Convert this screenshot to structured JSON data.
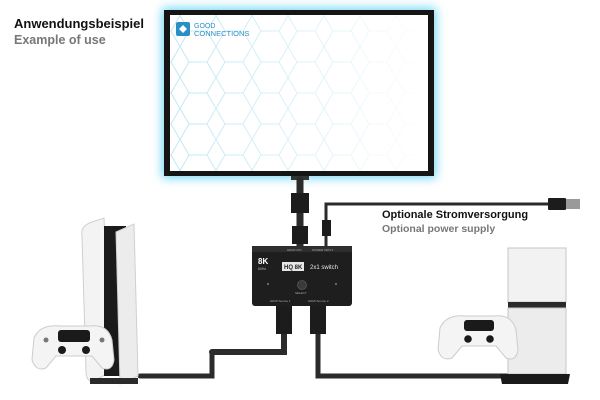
{
  "caption": {
    "title_de": "Anwendungsbeispiel",
    "title_en": "Example of use"
  },
  "power_supply": {
    "label_de": "Optionale Stromversorgung",
    "label_en": "Optional power supply"
  },
  "tv_screen": {
    "logo_line1": "GOOD",
    "logo_line2": "CONNECTIONS",
    "backlight_color": "#6fd6f5",
    "screen_color": "#ffffff",
    "hex_color": "#bfe8f2"
  },
  "switch": {
    "badge": "8K",
    "badge_sub": "60Hz",
    "tag": "HQ 8K",
    "model": "2x1 switch",
    "port_out": "HDMI OUT",
    "port_power": "POWER INPUT",
    "port_in1": "HDMI Source 1",
    "port_in2": "HDMI Source 2",
    "select_button": "SELECT",
    "body_color": "#1e1e1e"
  },
  "cable_color": "#2b2b2b"
}
